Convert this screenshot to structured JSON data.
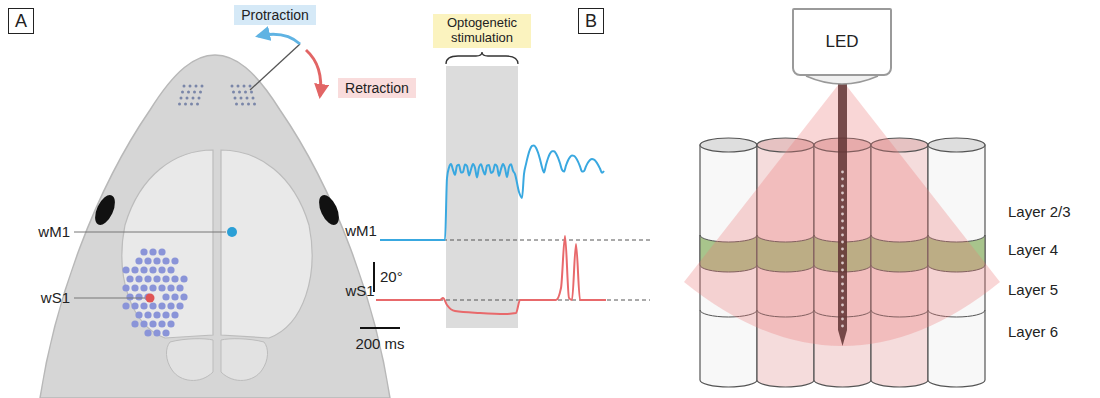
{
  "diagram": {
    "nodes": [
      {
        "text": [
          "A"
        ]
      },
      {
        "text": [
          "Protraction"
        ]
      },
      {
        "text": [
          "Retraction"
        ]
      },
      {
        "text": [
          "Optogenetic stimulation"
        ]
      },
      {
        "text": [
          "B"
        ]
      },
      {
        "text": [
          "LED"
        ]
      }
    ],
    "labels": [
      "wM1",
      "wS1",
      "wM1",
      "wS1",
      "20°",
      "200 ms",
      "Layer 2/3",
      "Layer 4",
      "Layer 5",
      "Layer 6"
    ]
  }
}
